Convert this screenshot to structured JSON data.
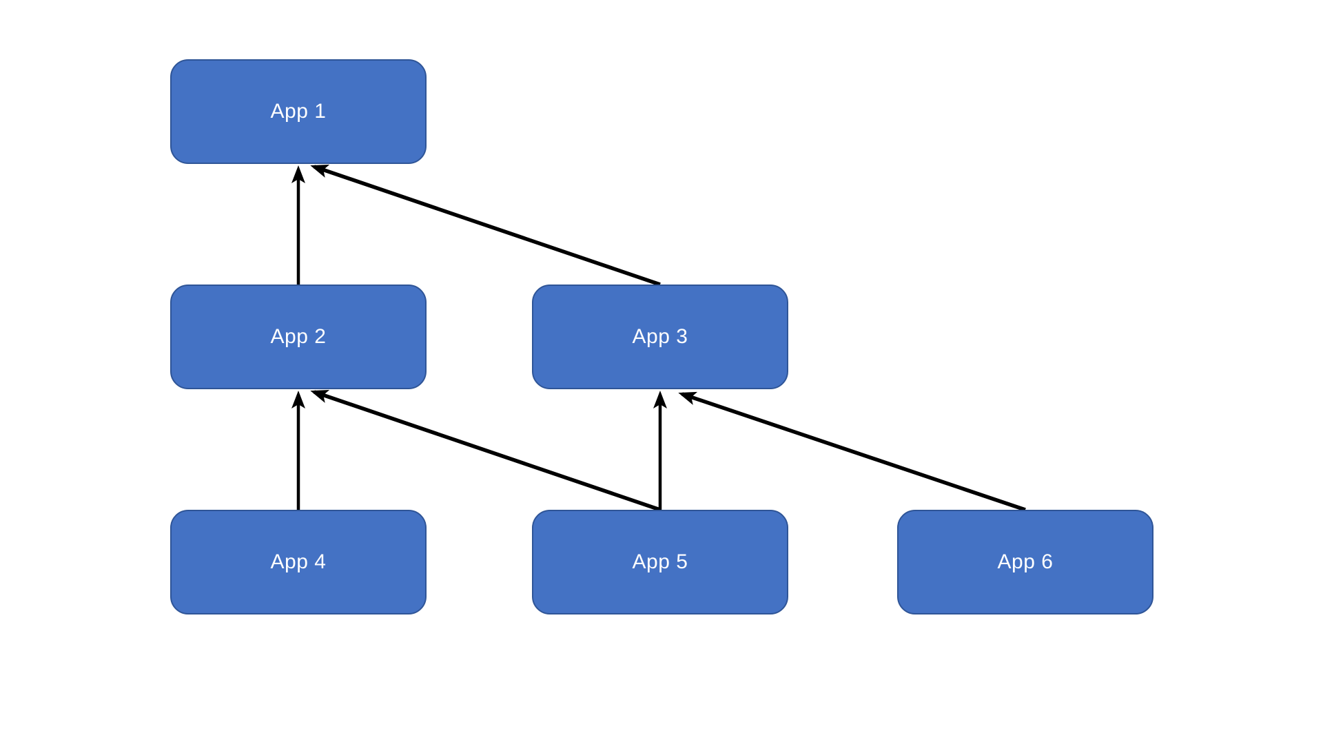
{
  "diagram": {
    "type": "dependency-graph",
    "background_color": "#FFFFFF",
    "node_fill_color": "#4472C4",
    "node_border_color": "#2F5597",
    "node_text_color": "#FFFFFF",
    "arrow_color": "#000000",
    "nodes": [
      {
        "id": "app1",
        "label": "App 1"
      },
      {
        "id": "app2",
        "label": "App 2"
      },
      {
        "id": "app3",
        "label": "App 3"
      },
      {
        "id": "app4",
        "label": "App 4"
      },
      {
        "id": "app5",
        "label": "App 5"
      },
      {
        "id": "app6",
        "label": "App 6"
      }
    ],
    "edges": [
      {
        "from": "App 2",
        "to": "App 1"
      },
      {
        "from": "App 3",
        "to": "App 1"
      },
      {
        "from": "App 4",
        "to": "App 2"
      },
      {
        "from": "App 5",
        "to": "App 2"
      },
      {
        "from": "App 5",
        "to": "App 3"
      },
      {
        "from": "App 6",
        "to": "App 3"
      }
    ]
  }
}
